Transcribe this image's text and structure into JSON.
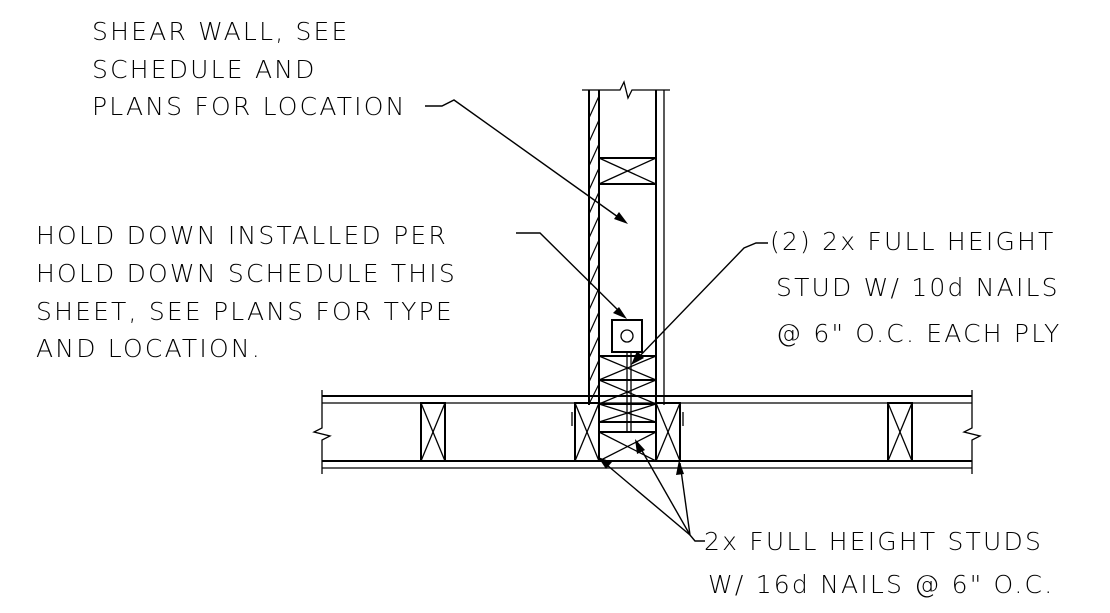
{
  "notes": {
    "shear_wall": [
      "SHEAR WALL, SEE",
      "SCHEDULE AND",
      "PLANS FOR LOCATION"
    ],
    "hold_down": [
      "HOLD DOWN INSTALLED PER",
      "HOLD DOWN SCHEDULE THIS",
      "SHEET, SEE PLANS FOR TYPE",
      "AND LOCATION."
    ],
    "full_height_stud": [
      "(2) 2x FULL HEIGHT",
      "STUD W/ 10d NAILS",
      "@ 6\" O.C. EACH PLY"
    ],
    "full_height_studs": [
      "2x FULL HEIGHT STUDS",
      "W/ 16d NAILS @ 6\" O.C."
    ]
  }
}
